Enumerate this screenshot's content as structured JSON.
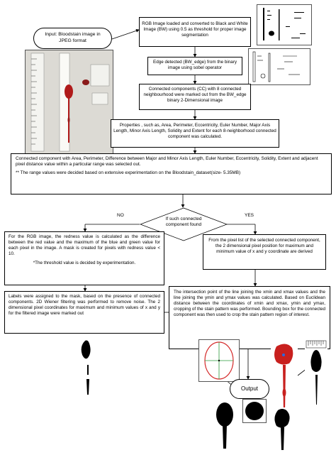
{
  "input": {
    "text": "Input: Bloodstain image in JPEG format"
  },
  "steps": {
    "rgb_to_bw": "RGB Image loaded and converted to Black and White Image (BW) using 0.5 as threshold for proper image segmentation",
    "edge": "Edge detected (BW_edge) from the binary image using sobel operator",
    "connected": "Connected components (CC) with 8 connected neighbourhood were marked out from the BW_edge binary 2-Dimensional image",
    "properties": "Properties , such as, Area, Perimeter, Eccentricity, Euler Number, Major Axis Length, Minor Axis Length, Solidity and Extent for each 8-neighborhood connected component was calculated.",
    "select_1": "Connected component with Area, Perimeter, Difference between Major and Minor Axis Length, Euler Number, Eccentricity, Solidity, Extent and adjacent pixel distance value within a particular range was selected out.",
    "select_2": "** The range values were decided based on extensive experimentation on the Bloodstain_dataset(size- 5.35MB)",
    "decision": "If such connected component found",
    "no_label": "NO",
    "yes_label": "YES",
    "redness_1": "For the RGB image, the redness value is calculated as the difference between the red value and the maximum of the blue and green value for each pixel in the image. A mask is created for pixels with redness value < 10.",
    "redness_2": "*The threshold value is decided by experimentation.",
    "pixel_list": "From the pixel list of the selected connected component, the 2 dimensional pixel position for maximum and minimum value of x and y coordinate are derived",
    "labels": "Labels were assigned to the mask, based on the presence of connected components. 2D Wiener filtering was performed to remove noise. The 2 dimensional pixel coordinates for maximum and minimum values of x and y for the filtered image were marked out",
    "intersection": "The intersection point of the line joining the xmin and xmax values and the line joining the ymin and ymax values was calculated. Based on Euclidean distance between the coordinates of xmin and xmax, ymin and ymax, cropping of the stain pattern was performed. Bounding box for the connected component was then used to crop the stain pattern region of interest.",
    "output": "Output"
  },
  "colors": {
    "stain_red": "#c8201e",
    "box_border": "#000000",
    "ellipse_red": "#d42a2a",
    "line_green": "#2a9a3a"
  }
}
